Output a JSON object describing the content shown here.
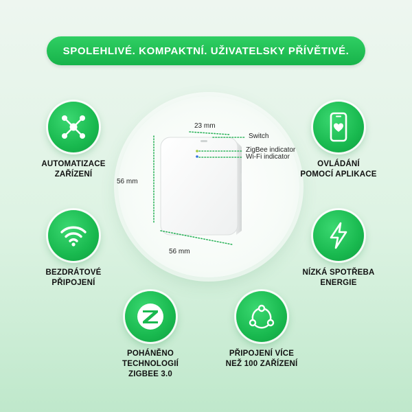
{
  "banner": {
    "text": "SPOLEHLIVÉ. KOMPAKTNÍ. UŽIVATELSKY PŘÍVĚTIVÉ."
  },
  "features": {
    "automation": {
      "icon": "network-nodes-icon",
      "line1": "AUTOMATIZACE",
      "line2": "ZAŘÍZENÍ"
    },
    "app_control": {
      "icon": "phone-heart-icon",
      "line1": "OVLÁDÁNÍ",
      "line2": "POMOCÍ APLIKACE"
    },
    "wireless": {
      "icon": "wifi-icon",
      "line1": "BEZDRÁTOVÉ",
      "line2": "PŘIPOJENÍ"
    },
    "low_power": {
      "icon": "lightning-icon",
      "line1": "NÍZKÁ SPOTŘEBA",
      "line2": "ENERGIE"
    },
    "zigbee": {
      "icon": "zigbee-logo-icon",
      "line1": "POHÁNĚNO",
      "line2": "TECHNOLOGIÍ",
      "line3": "ZIGBEE 3.0"
    },
    "multi_connect": {
      "icon": "cycle-share-icon",
      "line1": "PŘIPOJENÍ VÍCE",
      "line2": "NEŽ 100 ZAŘÍZENÍ"
    }
  },
  "product": {
    "dimensions": {
      "depth": "23 mm",
      "height": "56 mm",
      "width": "56 mm"
    },
    "callouts": {
      "switch": "Switch",
      "zigbee": "ZigBee indicator",
      "wifi": "Wi-Fi indicator"
    }
  },
  "colors": {
    "accent": "#19b94f",
    "dotted_line": "#2db35b"
  }
}
